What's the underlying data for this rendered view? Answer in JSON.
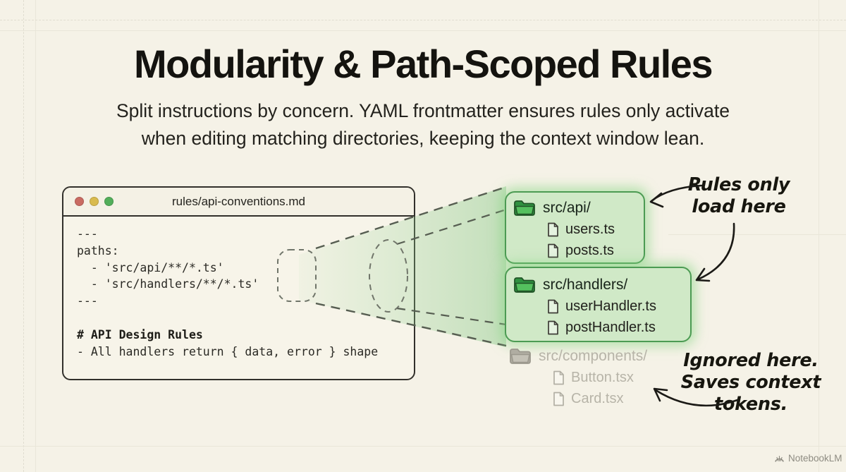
{
  "header": {
    "title": "Modularity & Path-Scoped Rules",
    "subtitle_line1": "Split instructions by concern. YAML frontmatter ensures rules only activate",
    "subtitle_line2": "when editing matching directories, keeping the context window lean."
  },
  "editor": {
    "filename": "rules/api-conventions.md",
    "window_controls": [
      "close",
      "minimize",
      "maximize"
    ],
    "code_lines": [
      "---",
      "paths:",
      "  - 'src/api/**/*.ts'",
      "  - 'src/handlers/**/*.ts'",
      "---",
      "",
      "# API Design Rules",
      "- All handlers return { data, error } shape"
    ]
  },
  "folder_groups": [
    {
      "id": "api",
      "name": "src/api/",
      "files": [
        "users.ts",
        "posts.ts"
      ],
      "state": "active"
    },
    {
      "id": "handlers",
      "name": "src/handlers/",
      "files": [
        "userHandler.ts",
        "postHandler.ts"
      ],
      "state": "active"
    },
    {
      "id": "components",
      "name": "src/components/",
      "files": [
        "Button.tsx",
        "Card.tsx"
      ],
      "state": "ignored"
    }
  ],
  "annotations": {
    "rules_note": {
      "line1": "Rules only",
      "line2": "load here"
    },
    "ignored_note": {
      "line1": "Ignored here.",
      "line2": "Saves context",
      "line3": "tokens."
    }
  },
  "watermark": {
    "label": "NotebookLM"
  },
  "icons": {
    "folder": "folder-icon",
    "file": "file-icon",
    "window_dots": "traffic-light-icons",
    "watermark_logo": "notebooklm-logo-icon",
    "arrows": "hand-drawn-arrow"
  },
  "colors": {
    "background": "#f5f2e7",
    "title_text": "#14130f",
    "editor_bg": "#f7f4e9",
    "editor_border": "#32302b",
    "traffic_red": "#c96b62",
    "traffic_yellow": "#d9bb4e",
    "traffic_green": "#52ae5a",
    "active_box_bg": "#d0e9c7",
    "active_box_border": "#4c9b53",
    "active_glow": "#86d684",
    "folder_green": "#3fa94a",
    "beam_green": "#8fcf8f",
    "ignored_gray": "#b7b4a8",
    "ink": "#1b1a16",
    "watermark_gray": "#8e8c82"
  }
}
